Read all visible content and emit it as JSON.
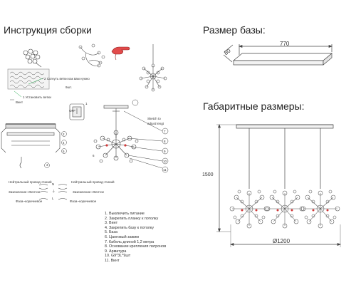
{
  "titles": {
    "assembly": "Инструкция сборки",
    "base_size": "Размер базы:",
    "overall": "Габаритные размеры:"
  },
  "base_dims": {
    "length": "770",
    "width": "80"
  },
  "overall_dims": {
    "height": "1500",
    "diameter": "Ø1200"
  },
  "assembly_notes": {
    "bend": "2 Согнуть ветки как вам нужно",
    "count": "9шт.",
    "install": "1 Установить ветки",
    "screw": "Винт",
    "sketch": "Sketch to",
    "adjust": "adjust lengt",
    "off": "OFF"
  },
  "wiring": {
    "neutral_left": "Нейтральный провод~Синий",
    "ground_left": "Заземление~Желтое",
    "phase_left": "Фаза~коричневое",
    "neutral_right": "Нейтральный провод~Синий",
    "ground_right": "Заземление~Желтое",
    "phase_right": "Фаза~коричневое",
    "letters": [
      "N",
      "⏚",
      "L"
    ]
  },
  "callout_numbers": [
    "1",
    "2",
    "3",
    "4",
    "5",
    "6",
    "7",
    "8",
    "9",
    "10",
    "11"
  ],
  "legend": [
    "1. Выключить питание",
    "2. Закрепить планку к потолку",
    "3. Винт",
    "4. Закрепить базу к потолку",
    "5. База",
    "6. Цанговый зажим",
    "7. Кабель длиной 1,2 метра",
    "8. Основание крепления патронов",
    "9. Арматура",
    "10. G9*3L*9шт",
    "11. Винт"
  ],
  "colors": {
    "accent_red": "#d13a3a",
    "line": "#555555",
    "hand": "#e24b4b"
  }
}
